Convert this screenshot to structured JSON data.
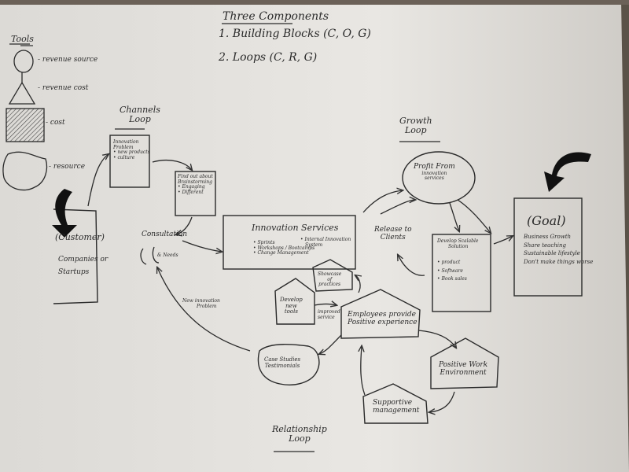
{
  "header": {
    "title": "Three Components",
    "line1": "1. Building Blocks (C, O, G)",
    "line2": "2. Loops (C, R, G)"
  },
  "tools": {
    "title": "Tools",
    "revenue": "- revenue source",
    "revenue_cost": "- revenue cost",
    "cost": "- cost",
    "resource": "- resource"
  },
  "channels_loop": {
    "line1": "Channels",
    "line2": "Loop"
  },
  "growth_loop": {
    "line1": "Growth",
    "line2": "Loop"
  },
  "relationship_loop": {
    "line1": "Relationship",
    "line2": "Loop"
  },
  "customer": {
    "title": "(Customer)",
    "line1": "Companies or",
    "line2": "Startups"
  },
  "innovation_problem": {
    "title1": "Innovation",
    "title2": "Problem",
    "b1": "• new products",
    "b2": "• culture"
  },
  "brainstorming": {
    "l1": "Find out about",
    "l2": "Brainstorming",
    "b1": "• Engaging",
    "b2": "• Different"
  },
  "consultation": "Consultation",
  "needs": "& Needs",
  "innovation_services": {
    "title": "Innovation Services",
    "b1": "• Sprints",
    "b2": "• Workshops / Bootcamps",
    "b3": "• Change Management",
    "b4": "• Internal Innovation",
    "b5": "System"
  },
  "profit": {
    "l1": "Profit From",
    "l2": "innovation",
    "l3": "services"
  },
  "release": {
    "l1": "Release to",
    "l2": "Clients"
  },
  "develop_scalable": {
    "l1": "Develop Scalable",
    "l2": "Solution",
    "b1": "• product",
    "b2": "• Software",
    "b3": "• Book sales"
  },
  "goal": {
    "title": "(Goal)",
    "l1": "Business Growth",
    "l2": "Share teaching",
    "l3": "Sustainable lifestyle",
    "l4": "Don't make things worse"
  },
  "new_problem": {
    "l1": "New innovation",
    "l2": "Problem"
  },
  "showcase": {
    "l1": "Showcase",
    "l2": "of",
    "l3": "practices"
  },
  "develop_tools": {
    "l1": "Develop",
    "l2": "new",
    "l3": "tools"
  },
  "improved": {
    "l1": "improved",
    "l2": "service"
  },
  "employees": {
    "l1": "Employees provide",
    "l2": "Positive experience"
  },
  "case_studies": {
    "l1": "Case Studies",
    "l2": "Testimonials"
  },
  "positive_work": {
    "l1": "Positive Work",
    "l2": "Environment"
  },
  "supportive": {
    "l1": "Supportive",
    "l2": "management"
  }
}
